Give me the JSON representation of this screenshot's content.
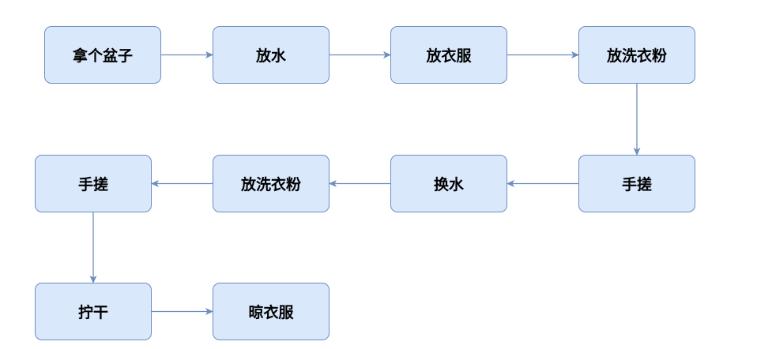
{
  "flowchart": {
    "nodes": [
      {
        "id": "n1",
        "label": "拿个盆子"
      },
      {
        "id": "n2",
        "label": "放水"
      },
      {
        "id": "n3",
        "label": "放衣服"
      },
      {
        "id": "n4",
        "label": "放洗衣粉"
      },
      {
        "id": "n5",
        "label": "手搓"
      },
      {
        "id": "n6",
        "label": "换水"
      },
      {
        "id": "n7",
        "label": "放洗衣粉"
      },
      {
        "id": "n8",
        "label": "手搓"
      },
      {
        "id": "n9",
        "label": "拧干"
      },
      {
        "id": "n10",
        "label": "晾衣服"
      }
    ],
    "edges": [
      {
        "from": "n1",
        "to": "n2"
      },
      {
        "from": "n2",
        "to": "n3"
      },
      {
        "from": "n3",
        "to": "n4"
      },
      {
        "from": "n4",
        "to": "n5"
      },
      {
        "from": "n5",
        "to": "n6"
      },
      {
        "from": "n6",
        "to": "n7"
      },
      {
        "from": "n7",
        "to": "n8"
      },
      {
        "from": "n8",
        "to": "n9"
      },
      {
        "from": "n9",
        "to": "n10"
      }
    ],
    "colors": {
      "node_fill": "#dae8fc",
      "node_border": "#6c8ebf",
      "edge": "#6c8ebf",
      "text": "#000000"
    }
  }
}
